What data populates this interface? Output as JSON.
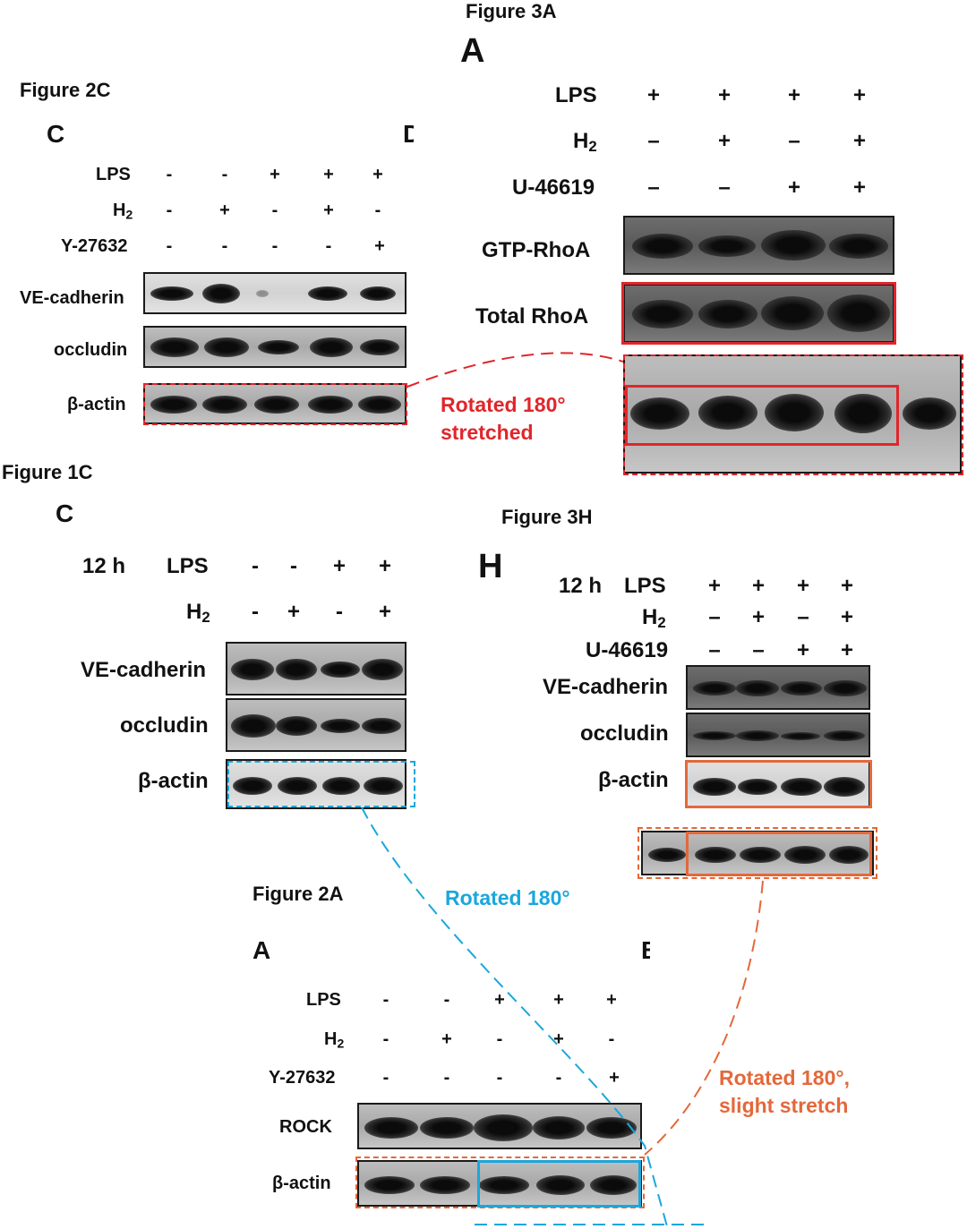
{
  "titles": {
    "fig3a": "Figure 3A",
    "fig2c": "Figure 2C",
    "fig1c": "Figure 1C",
    "fig3h": "Figure 3H",
    "fig2a": "Figure 2A"
  },
  "panel_letters": {
    "fig3a": "A",
    "fig2c": "C",
    "fig2c_cut": "D",
    "fig1c": "C",
    "fig3h": "H",
    "fig2a": "A",
    "fig2a_cut": "B"
  },
  "labels": {
    "lps": "LPS",
    "h2_main": "H",
    "h2_sub": "2",
    "y27632": "Y-27632",
    "u46619": "U-46619",
    "ve_cadherin": "VE-cadherin",
    "occludin": "occludin",
    "beta_actin": "β-actin",
    "gtp_rhoa": "GTP-RhoA",
    "total_rhoa": "Total RhoA",
    "rock": "ROCK",
    "time_12h": "12 h"
  },
  "annotations": {
    "red_line1": "Rotated 180°",
    "red_line2": "stretched",
    "cyan": "Rotated 180°",
    "orange_line1": "Rotated 180°,",
    "orange_line2": "slight stretch"
  },
  "conditions": {
    "fig2c": {
      "lps": [
        "-",
        "-",
        "+",
        "+",
        "+"
      ],
      "h2": [
        "-",
        "+",
        "-",
        "+",
        "-"
      ],
      "y": [
        "-",
        "-",
        "-",
        "-",
        "+"
      ]
    },
    "fig3a": {
      "lps": [
        "+",
        "+",
        "+",
        "+"
      ],
      "h2": [
        "–",
        "+",
        "–",
        "+"
      ],
      "u": [
        "–",
        "–",
        "+",
        "+"
      ]
    },
    "fig1c": {
      "lps": [
        "-",
        "-",
        "+",
        "+"
      ],
      "h2": [
        "-",
        "+",
        "-",
        "+"
      ]
    },
    "fig3h": {
      "lps": [
        "+",
        "+",
        "+",
        "+"
      ],
      "h2": [
        "–",
        "+",
        "–",
        "+"
      ],
      "u": [
        "–",
        "–",
        "+",
        "+"
      ]
    },
    "fig2a": {
      "lps": [
        "-",
        "-",
        "+",
        "+",
        "+"
      ],
      "h2": [
        "-",
        "+",
        "-",
        "+",
        "-"
      ],
      "y": [
        "-",
        "-",
        "-",
        "-",
        "+"
      ]
    }
  },
  "colors": {
    "red": "#e0262b",
    "cyan": "#1aa7dc",
    "orange": "#e4683a"
  }
}
